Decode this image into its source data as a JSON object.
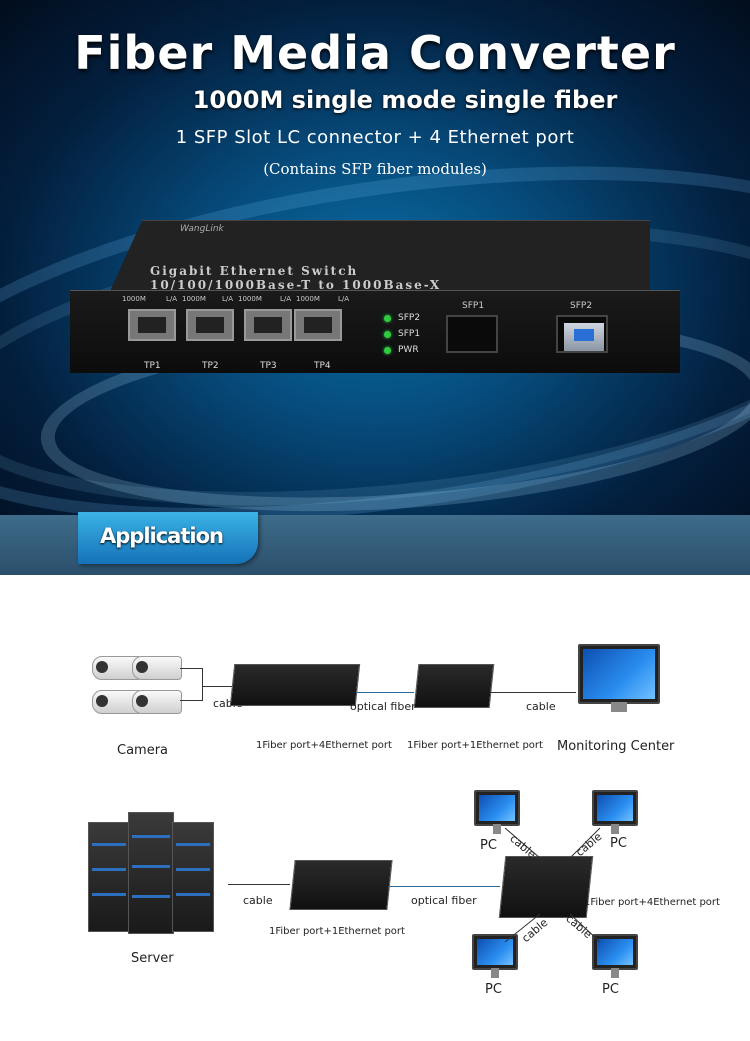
{
  "hero": {
    "title": "Fiber Media Converter",
    "subtitle": "1000M  single mode single fiber",
    "spec": "1 SFP Slot  LC connector + 4 Ethernet port",
    "note": "(Contains SFP fiber modules)"
  },
  "device": {
    "brand": "WangLink",
    "model_line1": "Gigabit Ethernet Switch",
    "model_line2": "10/100/1000Base-T to 1000Base-X",
    "port_labels": [
      "1000M",
      "L/A",
      "1000M",
      "L/A",
      "1000M",
      "L/A",
      "1000M",
      "L/A"
    ],
    "ports": [
      "TP1",
      "TP2",
      "TP3",
      "TP4"
    ],
    "leds": [
      "SFP2",
      "SFP1",
      "PWR"
    ],
    "sfp_slots": [
      "SFP1",
      "SFP2"
    ]
  },
  "section": {
    "title": "Application"
  },
  "diagram1": {
    "camera_label": "Camera",
    "cable1": "cable",
    "fiber": "optical fiber",
    "cable2": "cable",
    "device1": "1Fiber port+4Ethernet port",
    "device2": "1Fiber port+1Ethernet port",
    "monitor_label": "Monitoring Center"
  },
  "diagram2": {
    "server_label": "Server",
    "cable1": "cable",
    "fiber": "optical fiber",
    "device1": "1Fiber port+1Ethernet port",
    "device2": "1Fiber port+4Ethernet port",
    "pc_labels": [
      "PC",
      "PC",
      "PC",
      "PC"
    ],
    "cable_labels": [
      "cable",
      "cable",
      "cable",
      "cable"
    ]
  },
  "colors": {
    "hero_bg": "#064a7a",
    "app_tab": "#1e8fd0",
    "app_band": "#2f5673",
    "led_green": "#2ecc40"
  }
}
